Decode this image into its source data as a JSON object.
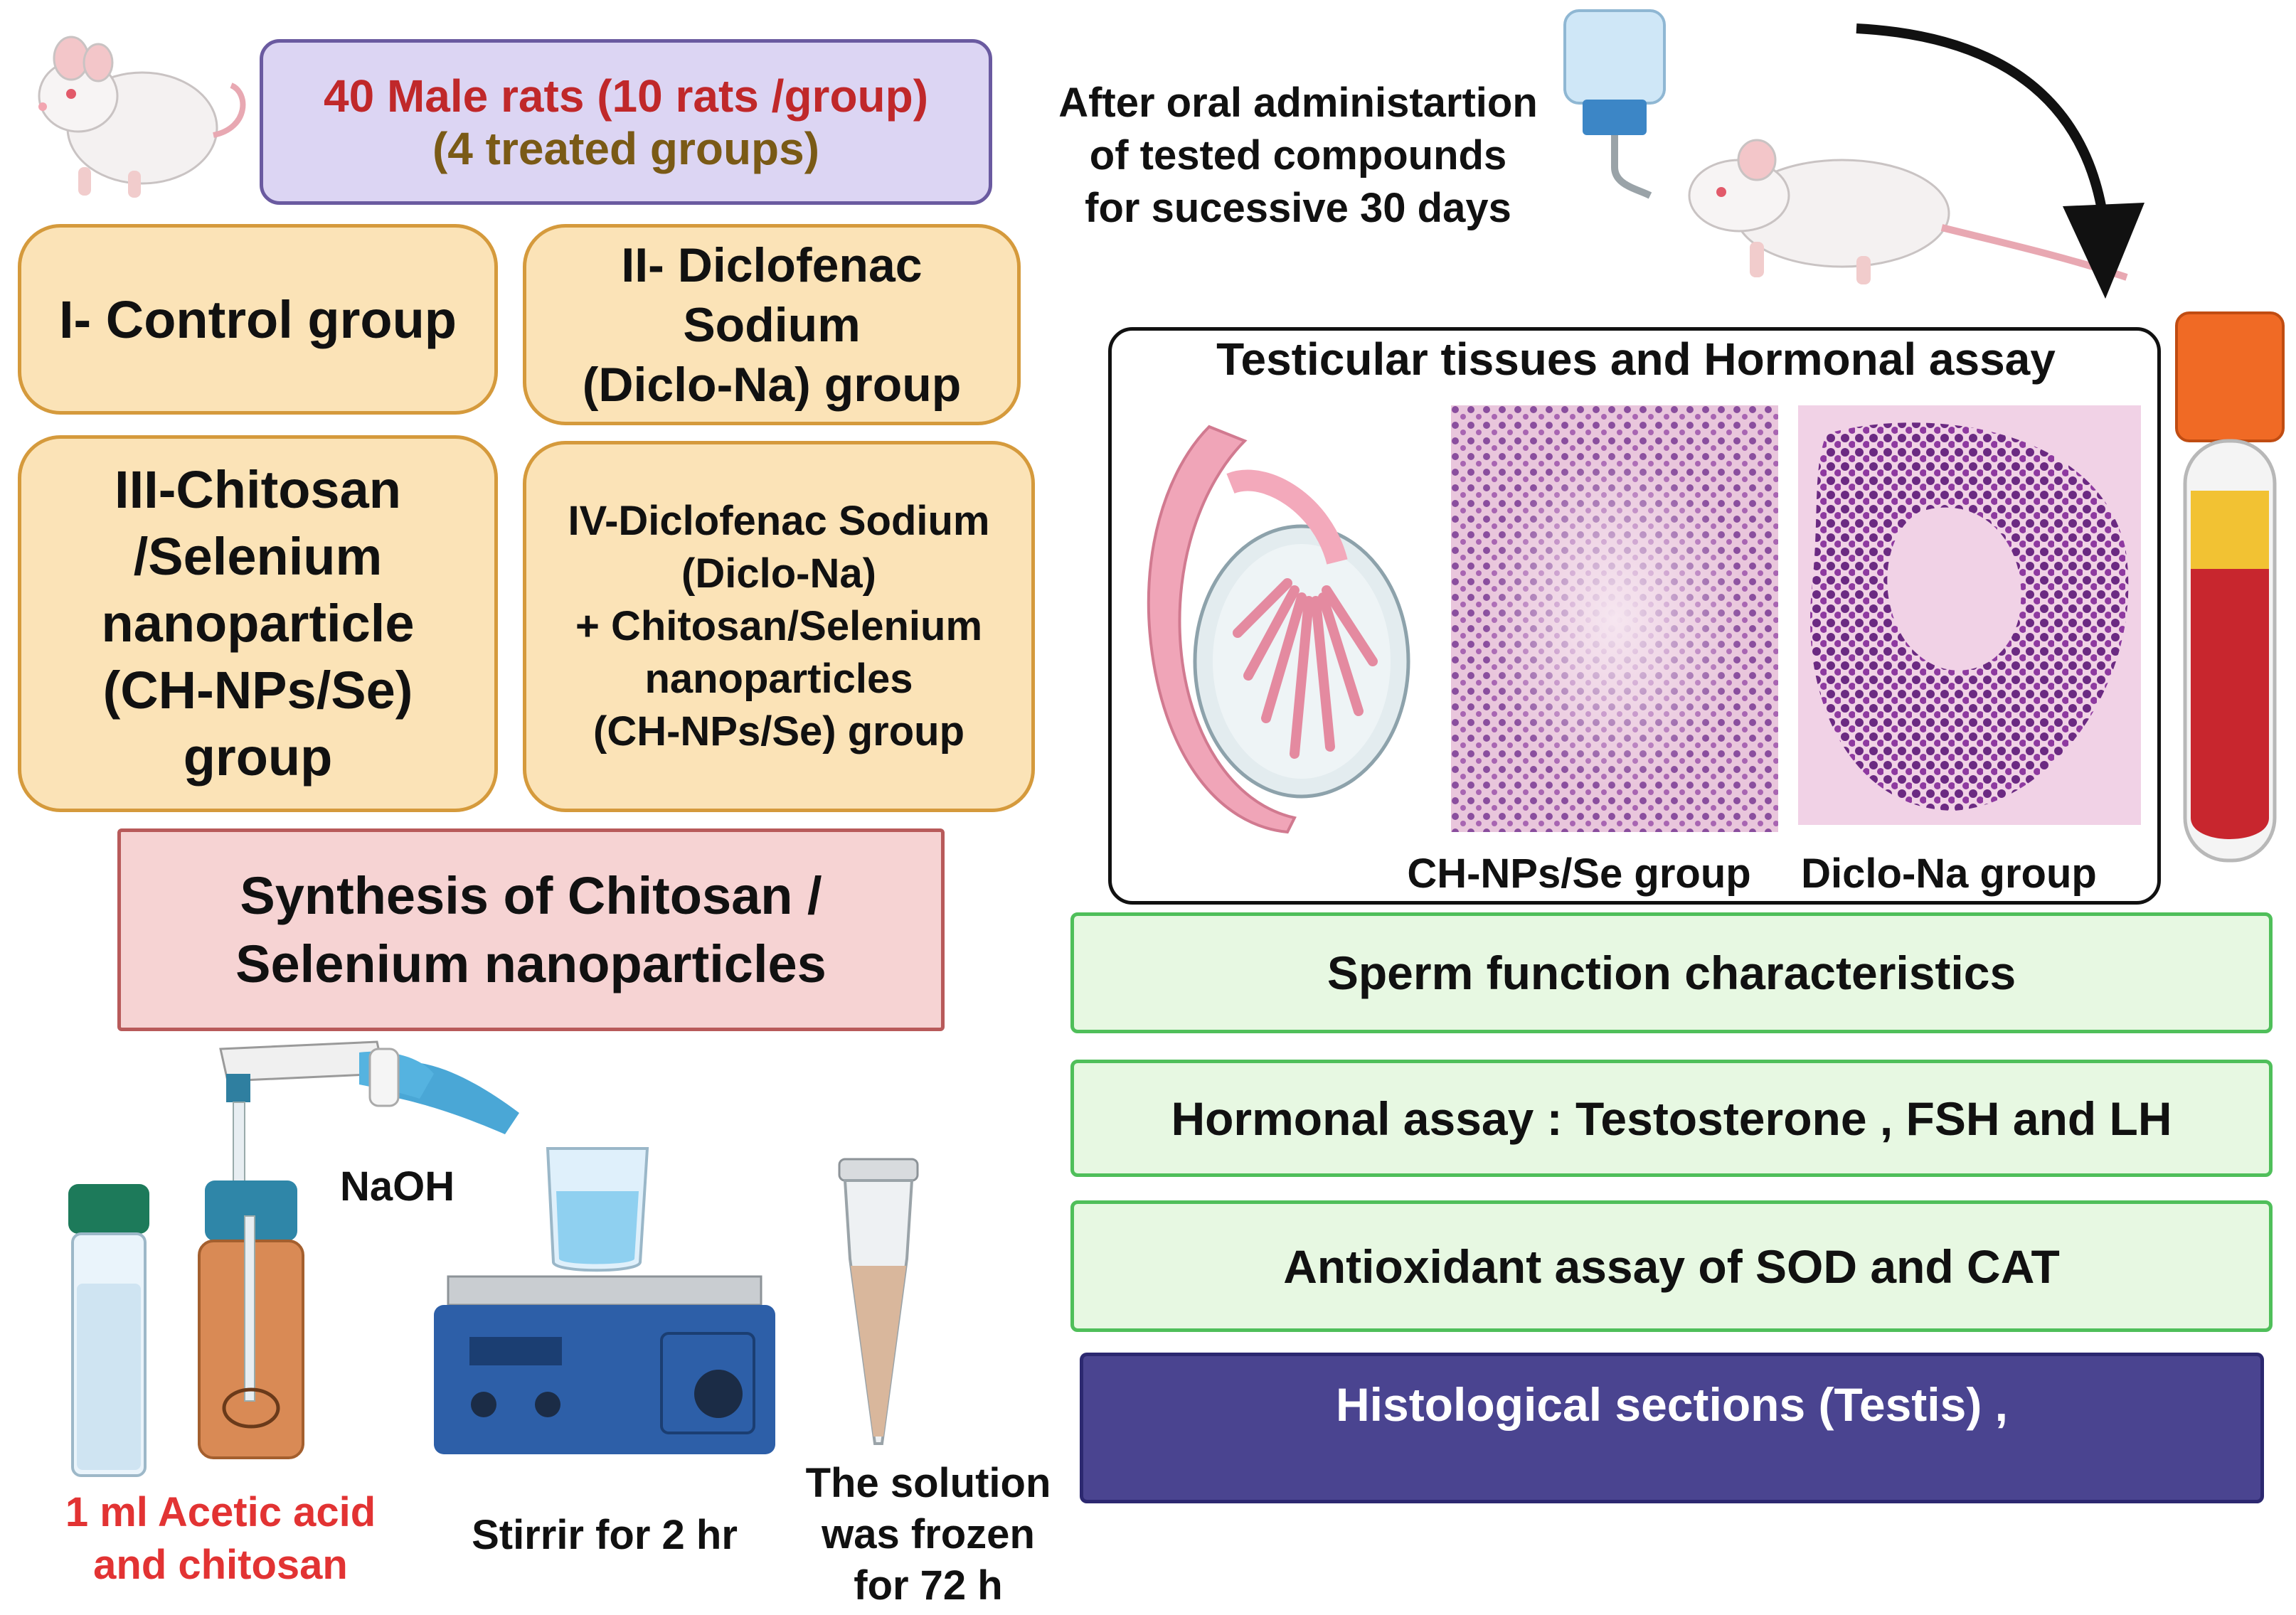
{
  "header_box": {
    "line1": "40 Male rats (10 rats /group)",
    "line2": "(4 treated groups)",
    "color_line1": "#c0282a",
    "color_line2": "#7a5a16"
  },
  "groups": [
    {
      "lines": [
        "I- Control group"
      ]
    },
    {
      "lines": [
        "II- Diclofenac",
        "Sodium",
        "(Diclo-Na) group"
      ]
    },
    {
      "lines": [
        "III-Chitosan",
        "/Selenium",
        "nanoparticle",
        "(CH-NPs/Se)",
        "group"
      ]
    },
    {
      "lines": [
        "IV-Diclofenac Sodium",
        "(Diclo-Na)",
        "+ Chitosan/Selenium",
        "nanoparticles",
        "(CH-NPs/Se) group"
      ]
    }
  ],
  "synthesis": {
    "line1": "Synthesis of Chitosan /",
    "line2": "Selenium nanoparticles"
  },
  "steps": {
    "naoh": "NaOH",
    "acetic_line1": "1 ml Acetic acid",
    "acetic_line2": "and chitosan",
    "stir": "Stirrir for 2 hr",
    "frozen_line1": "The solution",
    "frozen_line2": "was frozen",
    "frozen_line3": "for 72 h"
  },
  "admin_text": {
    "line1": "After oral administartion",
    "line2": "of tested compounds",
    "line3": "for sucessive 30 days"
  },
  "tissue_panel": {
    "title": "Testicular tissues and Hormonal assay",
    "caption_left": "CH-NPs/Se group",
    "caption_right": "Diclo-Na group"
  },
  "assays": [
    "Sperm function characteristics",
    "Hormonal assay : Testosterone , FSH and LH",
    "Antioxidant assay of SOD and CAT"
  ],
  "histology": "Histological sections (Testis) ,",
  "colors": {
    "header_bg": "#dcd5f3",
    "header_border": "#6a5aa0",
    "group_bg": "#fbe3b7",
    "group_border": "#d59a3c",
    "synthesis_bg": "#f6d3d3",
    "synthesis_border": "#b85a5a",
    "assay_bg": "#e7f8e2",
    "assay_border": "#4fbf5a",
    "histology_bg": "#4a4490",
    "red_text": "#e23333"
  }
}
